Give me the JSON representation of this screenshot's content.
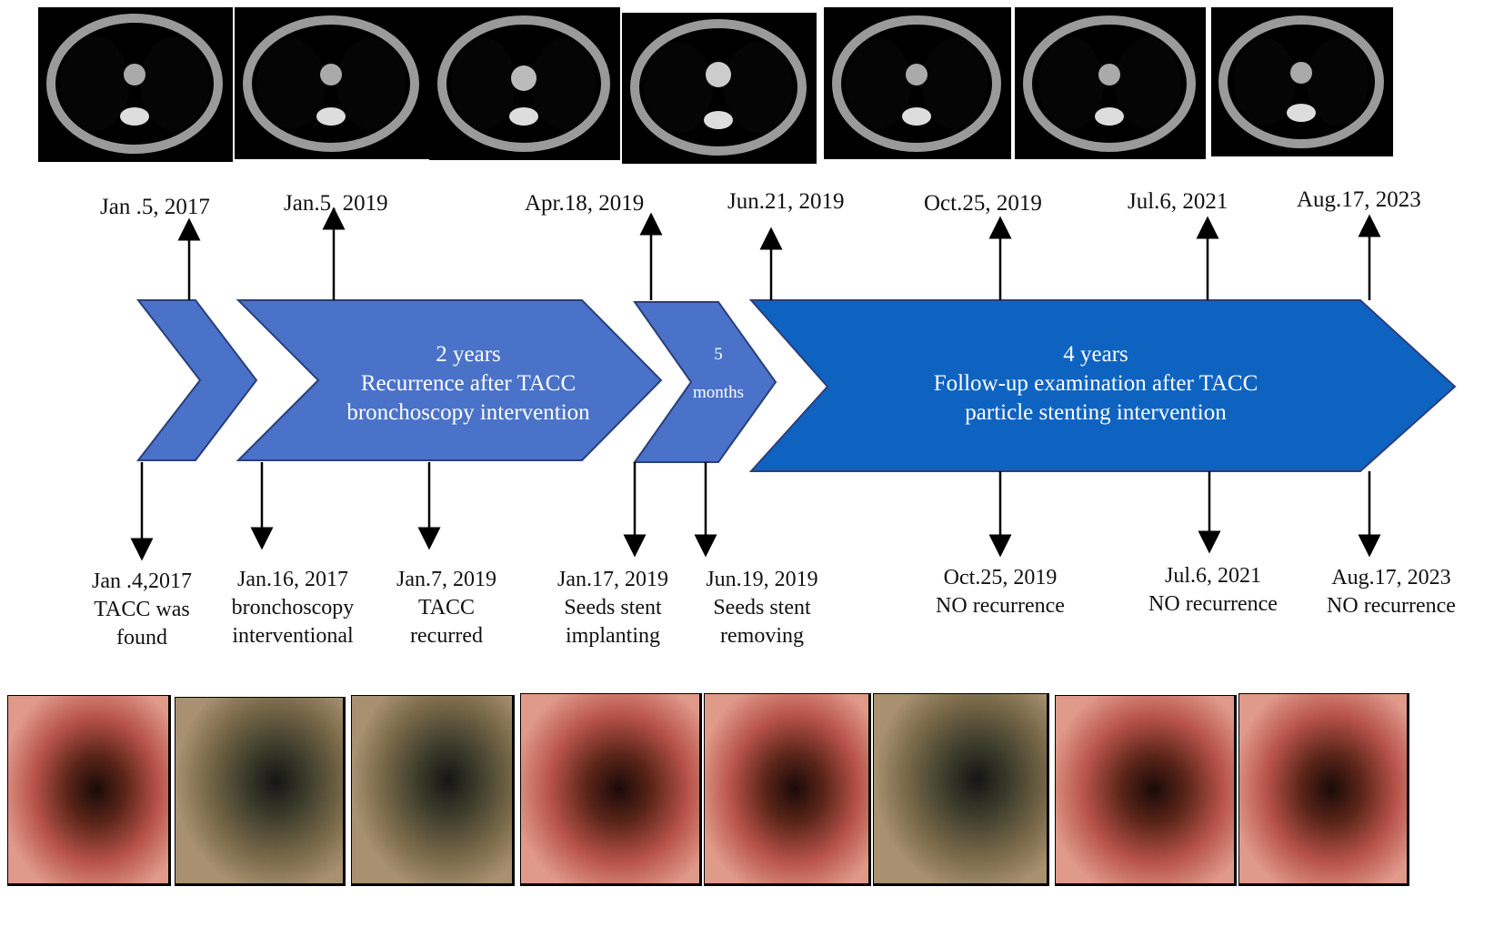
{
  "colors": {
    "chevron_light": "#4a72c8",
    "chevron_dark": "#0f63c0",
    "chevron_border": "#2a3f7a",
    "arrow": "#000000"
  },
  "top_dates": [
    "Jan .5, 2017",
    "Jan.5, 2019",
    "Apr.18, 2019",
    "Jun.21, 2019",
    "Oct.25, 2019",
    "Jul.6, 2021",
    "Aug.17, 2023"
  ],
  "chevrons": {
    "middle": {
      "duration": "2 years",
      "line1": "Recurrence after TACC",
      "line2": "bronchoscopy  intervention"
    },
    "small": {
      "duration": "5",
      "unit": "months"
    },
    "large": {
      "duration": "4 years",
      "line1": "Follow-up examination after TACC",
      "line2": "particle stenting   intervention"
    }
  },
  "events": [
    {
      "date": "Jan .4,2017",
      "l1": "TACC was",
      "l2": "found"
    },
    {
      "date": "Jan.16, 2017",
      "l1": "bronchoscopy",
      "l2": "interventional"
    },
    {
      "date": "Jan.7, 2019",
      "l1": "TACC",
      "l2": "recurred"
    },
    {
      "date": "Jan.17, 2019",
      "l1": "Seeds stent",
      "l2": "implanting"
    },
    {
      "date": "Jun.19, 2019",
      "l1": "Seeds stent",
      "l2": "removing"
    },
    {
      "date": "Oct.25, 2019",
      "l1": "NO recurrence",
      "l2": ""
    },
    {
      "date": "Jul.6, 2021",
      "l1": "NO recurrence",
      "l2": ""
    },
    {
      "date": "Aug.17, 2023",
      "l1": "NO recurrence",
      "l2": ""
    }
  ]
}
